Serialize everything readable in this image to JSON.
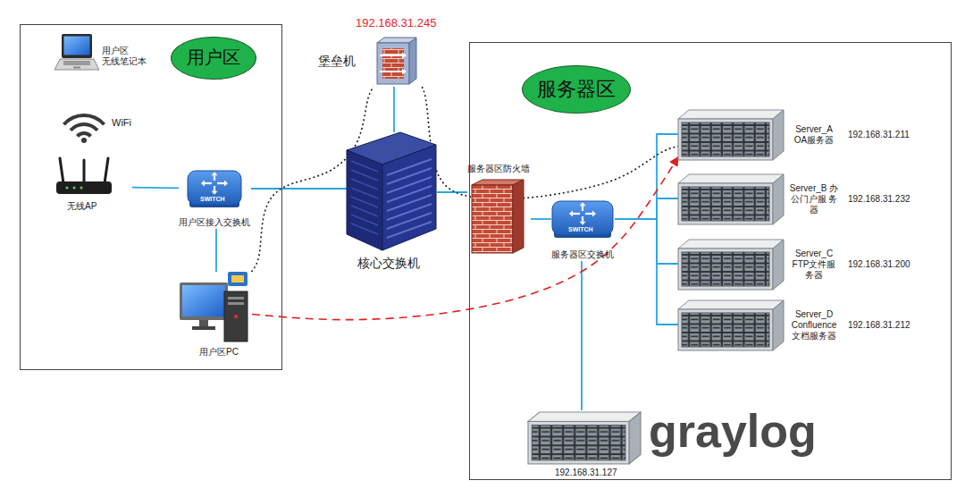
{
  "diagram": {
    "nodes": [
      {
        "text": [
          "用户区"
        ]
      },
      {
        "text": [
          "用户区 无线笔记本"
        ],
        "in": 0
      },
      {
        "text": [
          "WiFi",
          "无线AP"
        ],
        "in": 0
      },
      {
        "text": [
          "用户区接入交换机"
        ],
        "in": 0
      },
      {
        "text": [
          "用户区PC"
        ],
        "in": 0
      },
      {
        "text": [
          "192.168.31.245",
          "堡垒机"
        ]
      },
      {
        "text": [
          "核心交换机"
        ]
      },
      {
        "text": [
          "服务器区"
        ]
      },
      {
        "text": [
          "服务器区防火墙"
        ],
        "in": 7
      },
      {
        "text": [
          "服务器区交换机"
        ],
        "in": 7
      },
      {
        "text": [
          "Server_A OA服务器",
          "192.168.31.211"
        ],
        "in": 7
      },
      {
        "text": [
          "Server_B 办公门户服 务器",
          "192.168.31.232"
        ],
        "in": 7
      },
      {
        "text": [
          "Server_C FTP文件服 务器",
          "192.168.31.200"
        ],
        "in": 7
      },
      {
        "text": [
          "Server_D Confluence 文档服务器",
          "192.168.31.212"
        ],
        "in": 7
      },
      {
        "text": [
          "192.168.31.127"
        ],
        "in": 7
      }
    ],
    "edges": [
      {
        "from": 2,
        "to": 3,
        "arrow": "none"
      },
      {
        "from": 3,
        "to": 4,
        "arrow": "none"
      },
      {
        "from": 3,
        "to": 6,
        "arrow": "none"
      },
      {
        "from": 6,
        "to": 5,
        "arrow": "none"
      },
      {
        "from": 6,
        "to": 8,
        "arrow": "none"
      },
      {
        "from": 8,
        "to": 9,
        "arrow": "none"
      },
      {
        "from": 9,
        "to": 10,
        "arrow": "none"
      },
      {
        "from": 9,
        "to": 11,
        "arrow": "none"
      },
      {
        "from": 9,
        "to": 12,
        "arrow": "none"
      },
      {
        "from": 9,
        "to": 13,
        "arrow": "none"
      },
      {
        "from": 9,
        "to": 14,
        "arrow": "none"
      },
      {
        "from": 4,
        "to": 5,
        "arrow": "none"
      },
      {
        "from": 5,
        "to": 10,
        "arrow": "none"
      },
      {
        "from": 4,
        "to": 10,
        "arrow": "to"
      }
    ],
    "labels": [
      "SWITCH",
      "SWITCH",
      "graylog"
    ]
  }
}
